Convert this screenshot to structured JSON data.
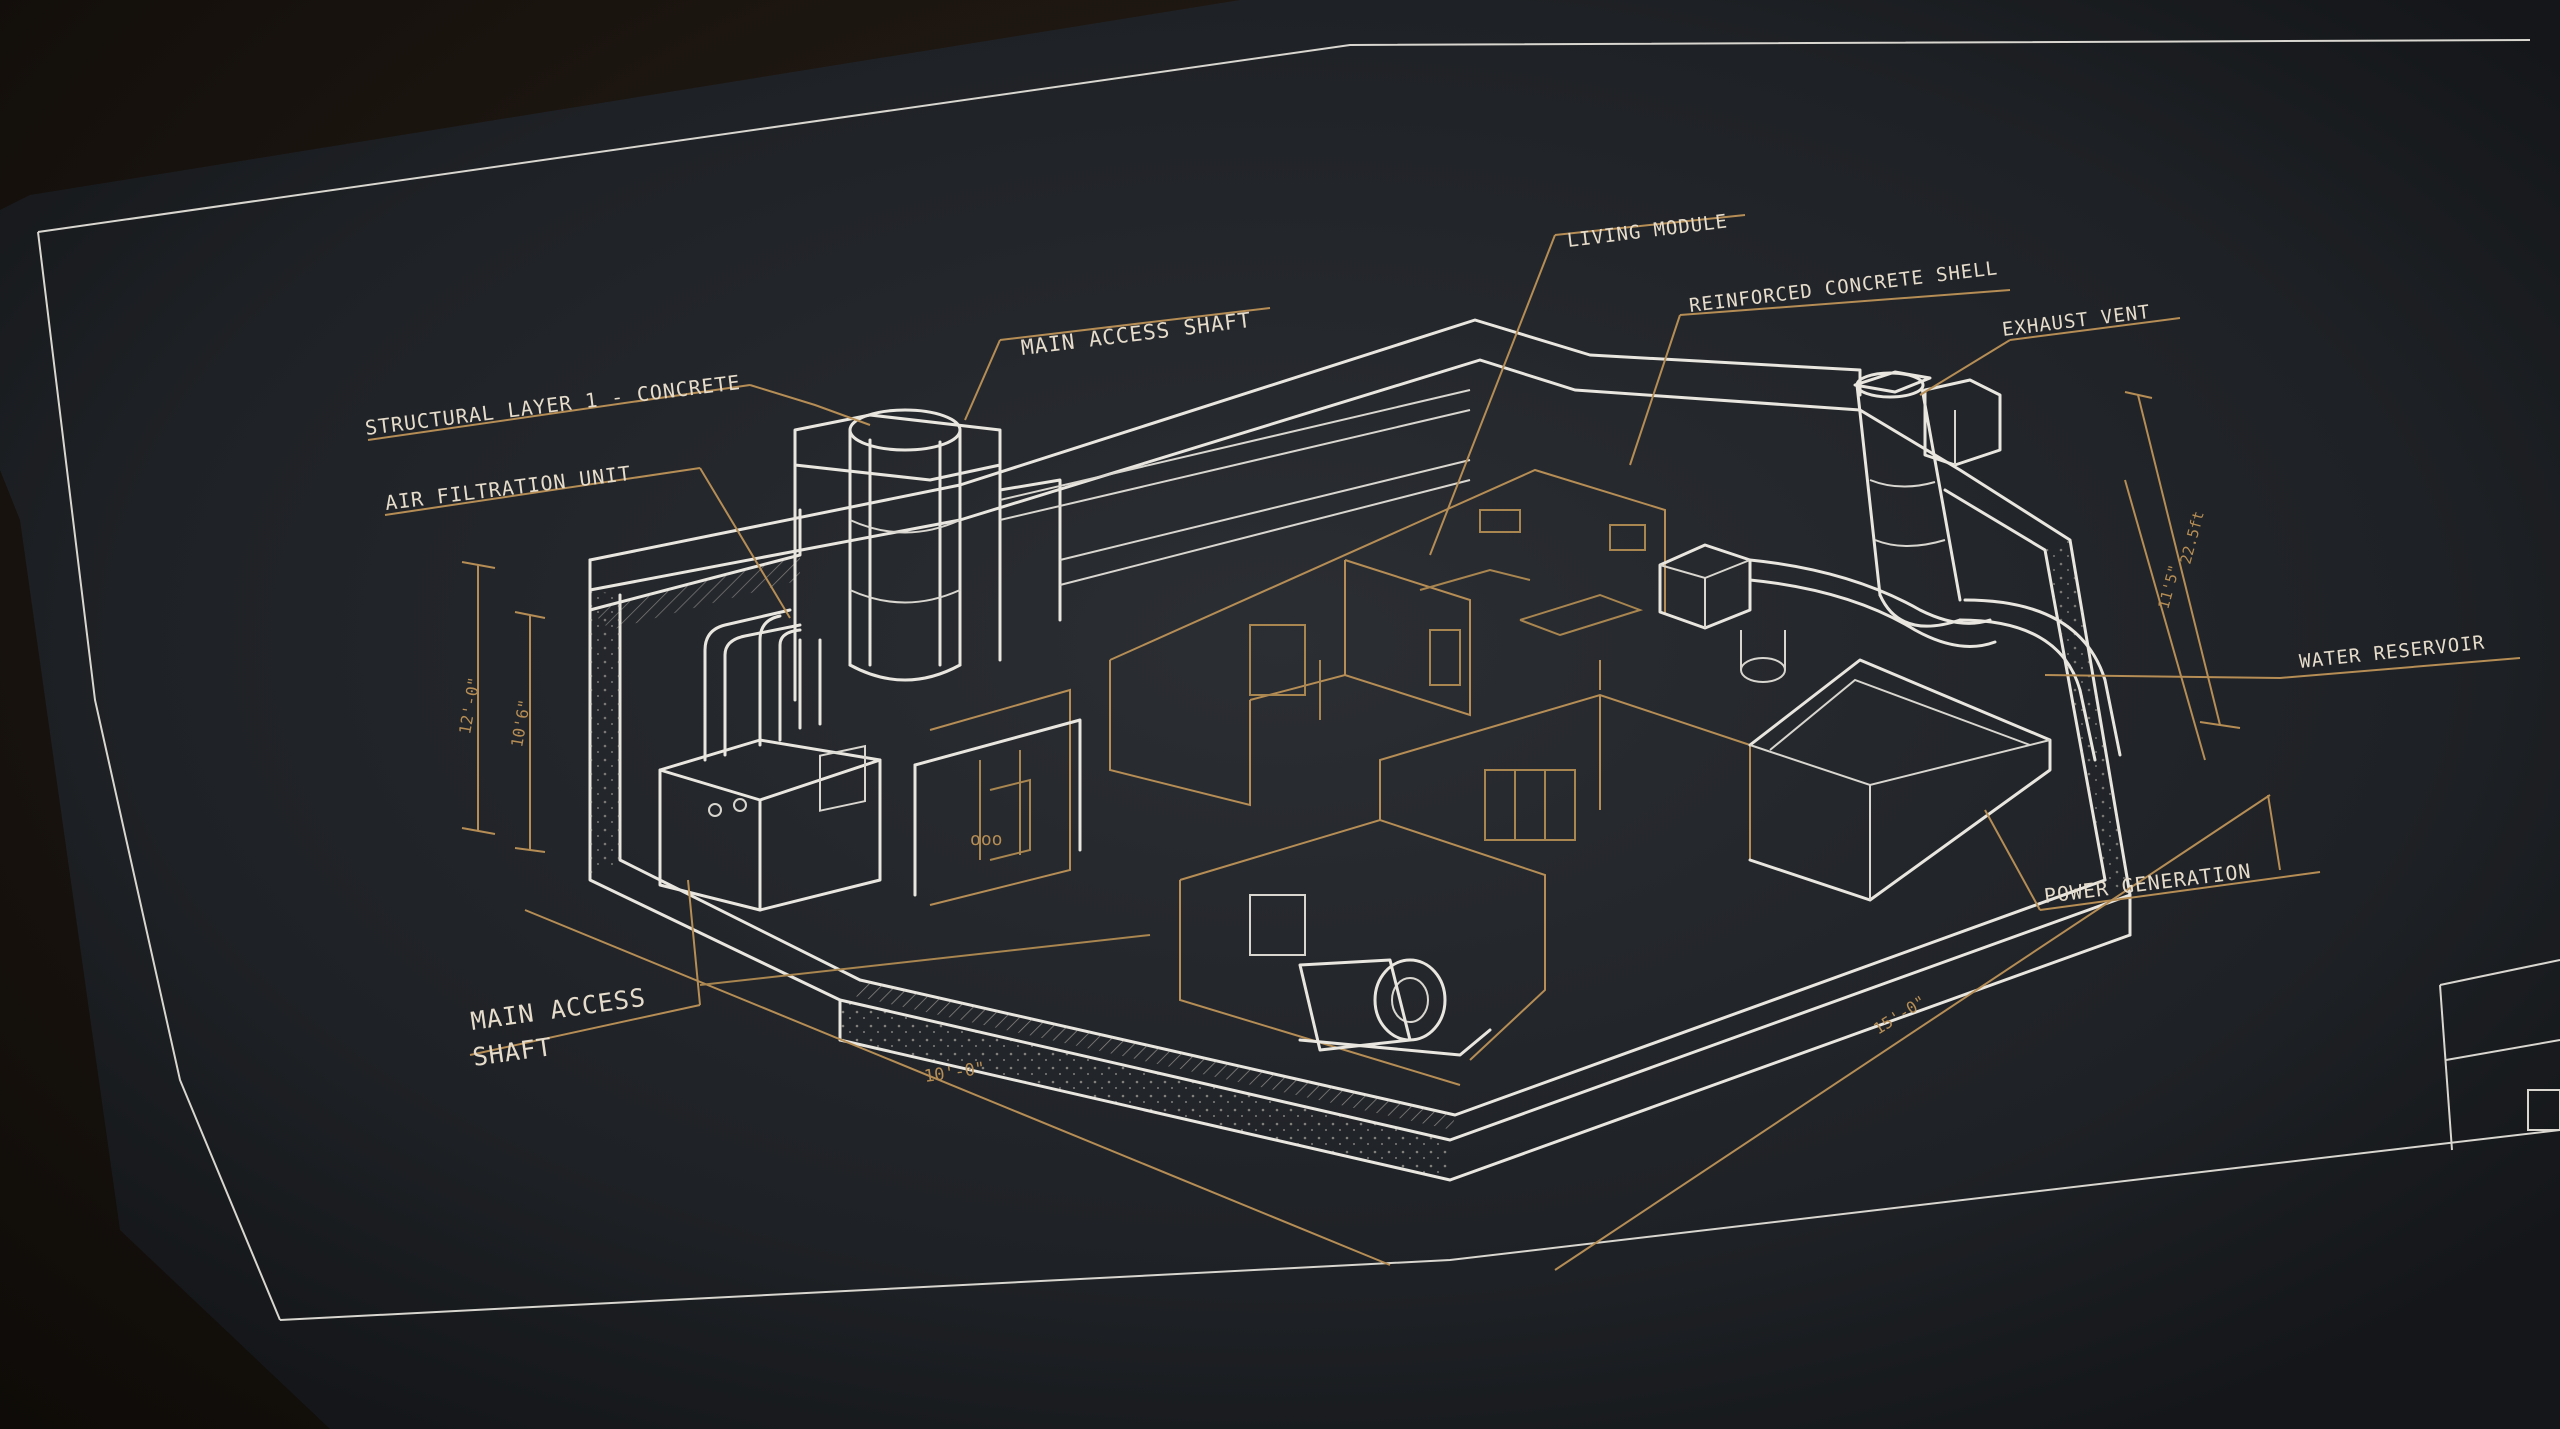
{
  "labels": {
    "main_access_shaft_top": "MAIN ACCESS SHAFT",
    "structural_layer": "STRUCTURAL LAYER 1 - CONCRETE",
    "air_filtration": "AIR FILTRATION UNIT",
    "living_module": "LIVING MODULE",
    "reinforced_shell": "REINFORCED CONCRETE SHELL",
    "exhaust_vent": "EXHAUST VENT",
    "water_reservoir": "WATER RESERVOIR",
    "power_generation": "POWER GENERATION",
    "main_access_shaft_bottom_line1": "MAIN ACCESS",
    "main_access_shaft_bottom_line2": "SHAFT"
  },
  "dimensions": {
    "left_height_outer": "12'-0\"",
    "left_height_inner": "10'6\"",
    "right_height_outer": "11'5\"",
    "right_height_inner": "22.5ft",
    "bottom_left_length": "10'-0\"",
    "bottom_right_length": "15'-0\""
  },
  "colors": {
    "paper": "#1f2226",
    "line_white": "#e8e6df",
    "line_gold": "#b58d55",
    "table_wood": "#2a2118"
  }
}
